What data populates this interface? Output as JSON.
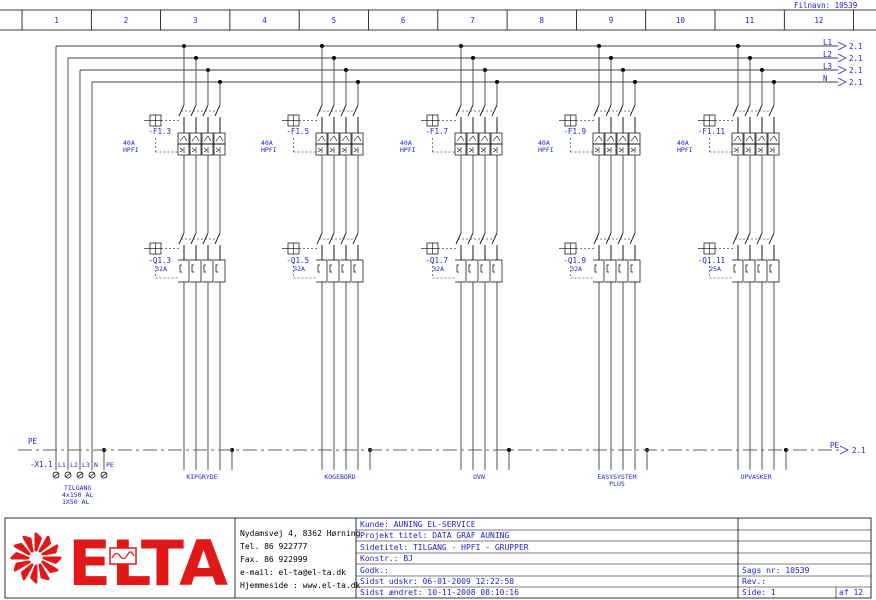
{
  "header": {
    "file_label": "Filnavn: 10539",
    "columns": [
      "1",
      "2",
      "3",
      "4",
      "5",
      "6",
      "7",
      "8",
      "9",
      "10",
      "11",
      "12"
    ]
  },
  "busbars": [
    {
      "label": "L1",
      "ref": "2.1"
    },
    {
      "label": "L2",
      "ref": "2.1"
    },
    {
      "label": "L3",
      "ref": "2.1"
    },
    {
      "label": "N",
      "ref": "2.1"
    }
  ],
  "pe": {
    "label": "PE",
    "right_label": "PE",
    "ref": "2.1"
  },
  "terminal": {
    "name": "-X1.1",
    "terms": [
      "L1",
      "L2",
      "L3",
      "N",
      "PE"
    ],
    "notes": [
      "TILGANG",
      "4x150 AL",
      "1X50 AL"
    ]
  },
  "groups": [
    {
      "rcd": "-F1.3",
      "rcd_rating": "40A",
      "rcd_type": "HPFI",
      "breaker": "-Q1.3",
      "breaker_rating": "32A",
      "load": [
        "KIPGRYDE"
      ]
    },
    {
      "rcd": "-F1.5",
      "rcd_rating": "40A",
      "rcd_type": "HPFI",
      "breaker": "-Q1.5",
      "breaker_rating": "32A",
      "load": [
        "KOGEBORD"
      ]
    },
    {
      "rcd": "-F1.7",
      "rcd_rating": "40A",
      "rcd_type": "HPFI",
      "breaker": "-Q1.7",
      "breaker_rating": "32A",
      "load": [
        "OVN"
      ]
    },
    {
      "rcd": "-F1.9",
      "rcd_rating": "40A",
      "rcd_type": "HPFI",
      "breaker": "-Q1.9",
      "breaker_rating": "32A",
      "load": [
        "EASYSYSTEM",
        "PLUS"
      ]
    },
    {
      "rcd": "-F1.11",
      "rcd_rating": "40A",
      "rcd_type": "HPFI",
      "breaker": "-Q1.11",
      "breaker_rating": "25A",
      "load": [
        "OPVASKER"
      ]
    }
  ],
  "titleblock": {
    "logo_text": "ELTA",
    "address": [
      "Nydamsvej 4, 8362 Hørning",
      "Tel. 86 922777",
      "Fax. 86 922999",
      "e-mail: el-ta@el-ta.dk",
      "Hjemmeside : www.el-ta.dk"
    ],
    "fields": [
      "Kunde:  AUNING EL-SERVICE",
      "Projekt titel:  DATA GRAF AUNING",
      "Sidetitel: TILGANG  -   HPFI - GRUPPER",
      "Konstr.: BJ",
      "Godk.:",
      "Sidst udskr:  06-01-2009 12:22:58",
      "Sidst ændret: 10-11-2008 08:10:16"
    ],
    "sags_nr": "Sags nr:  10539",
    "rev": "Rev.:",
    "side": "Side:  1",
    "af": "af  12"
  },
  "colors": {
    "line": "#2323c8",
    "pe_line": "#606060",
    "logo": "#e01818"
  }
}
